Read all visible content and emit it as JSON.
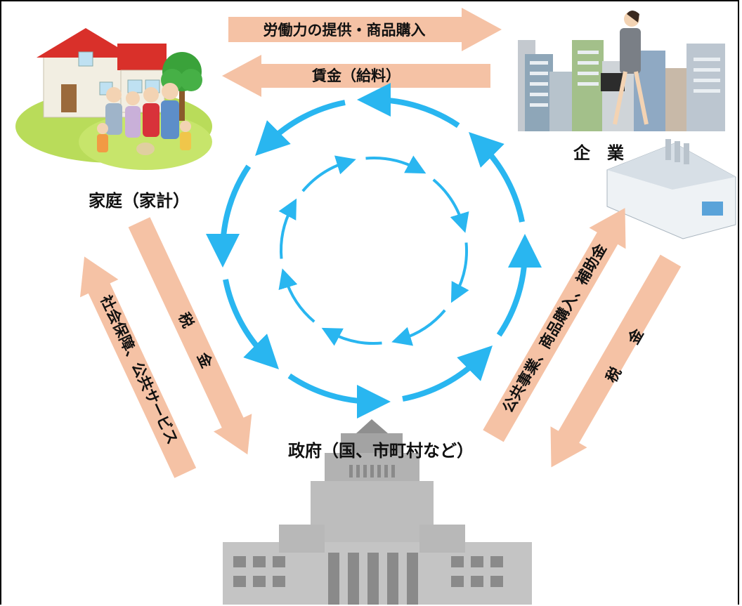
{
  "labels": {
    "household": "家庭（家計）",
    "company": "企　業",
    "government": "政府（国、市町村など）"
  },
  "flows": {
    "labor_purchase": "労働力の提供・商品購入",
    "wages": "賃金（給料）",
    "tax_household": "税　　金",
    "social_security": "社会保障、公共サービス",
    "public_works": "公共事業、商品購入、補助金",
    "tax_company": "税　　金"
  },
  "colors": {
    "flow_arrow": "#f5c2a5",
    "cycle_arrow": "#29b6f0",
    "frame": "#000000"
  }
}
